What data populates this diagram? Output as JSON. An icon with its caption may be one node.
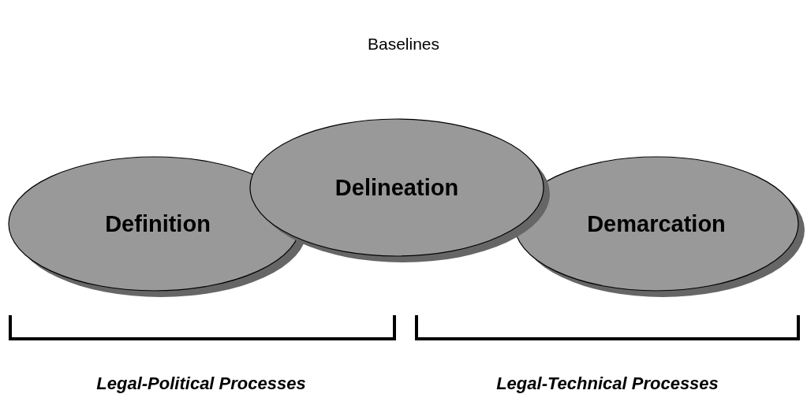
{
  "diagram": {
    "title": "Baselines",
    "nodes": [
      {
        "text": [
          "Definition"
        ]
      },
      {
        "text": [
          "Delineation"
        ]
      },
      {
        "text": [
          "Demarcation"
        ]
      }
    ],
    "labels": [
      "Legal-Political Processes",
      "Legal-Technical Processes"
    ]
  }
}
